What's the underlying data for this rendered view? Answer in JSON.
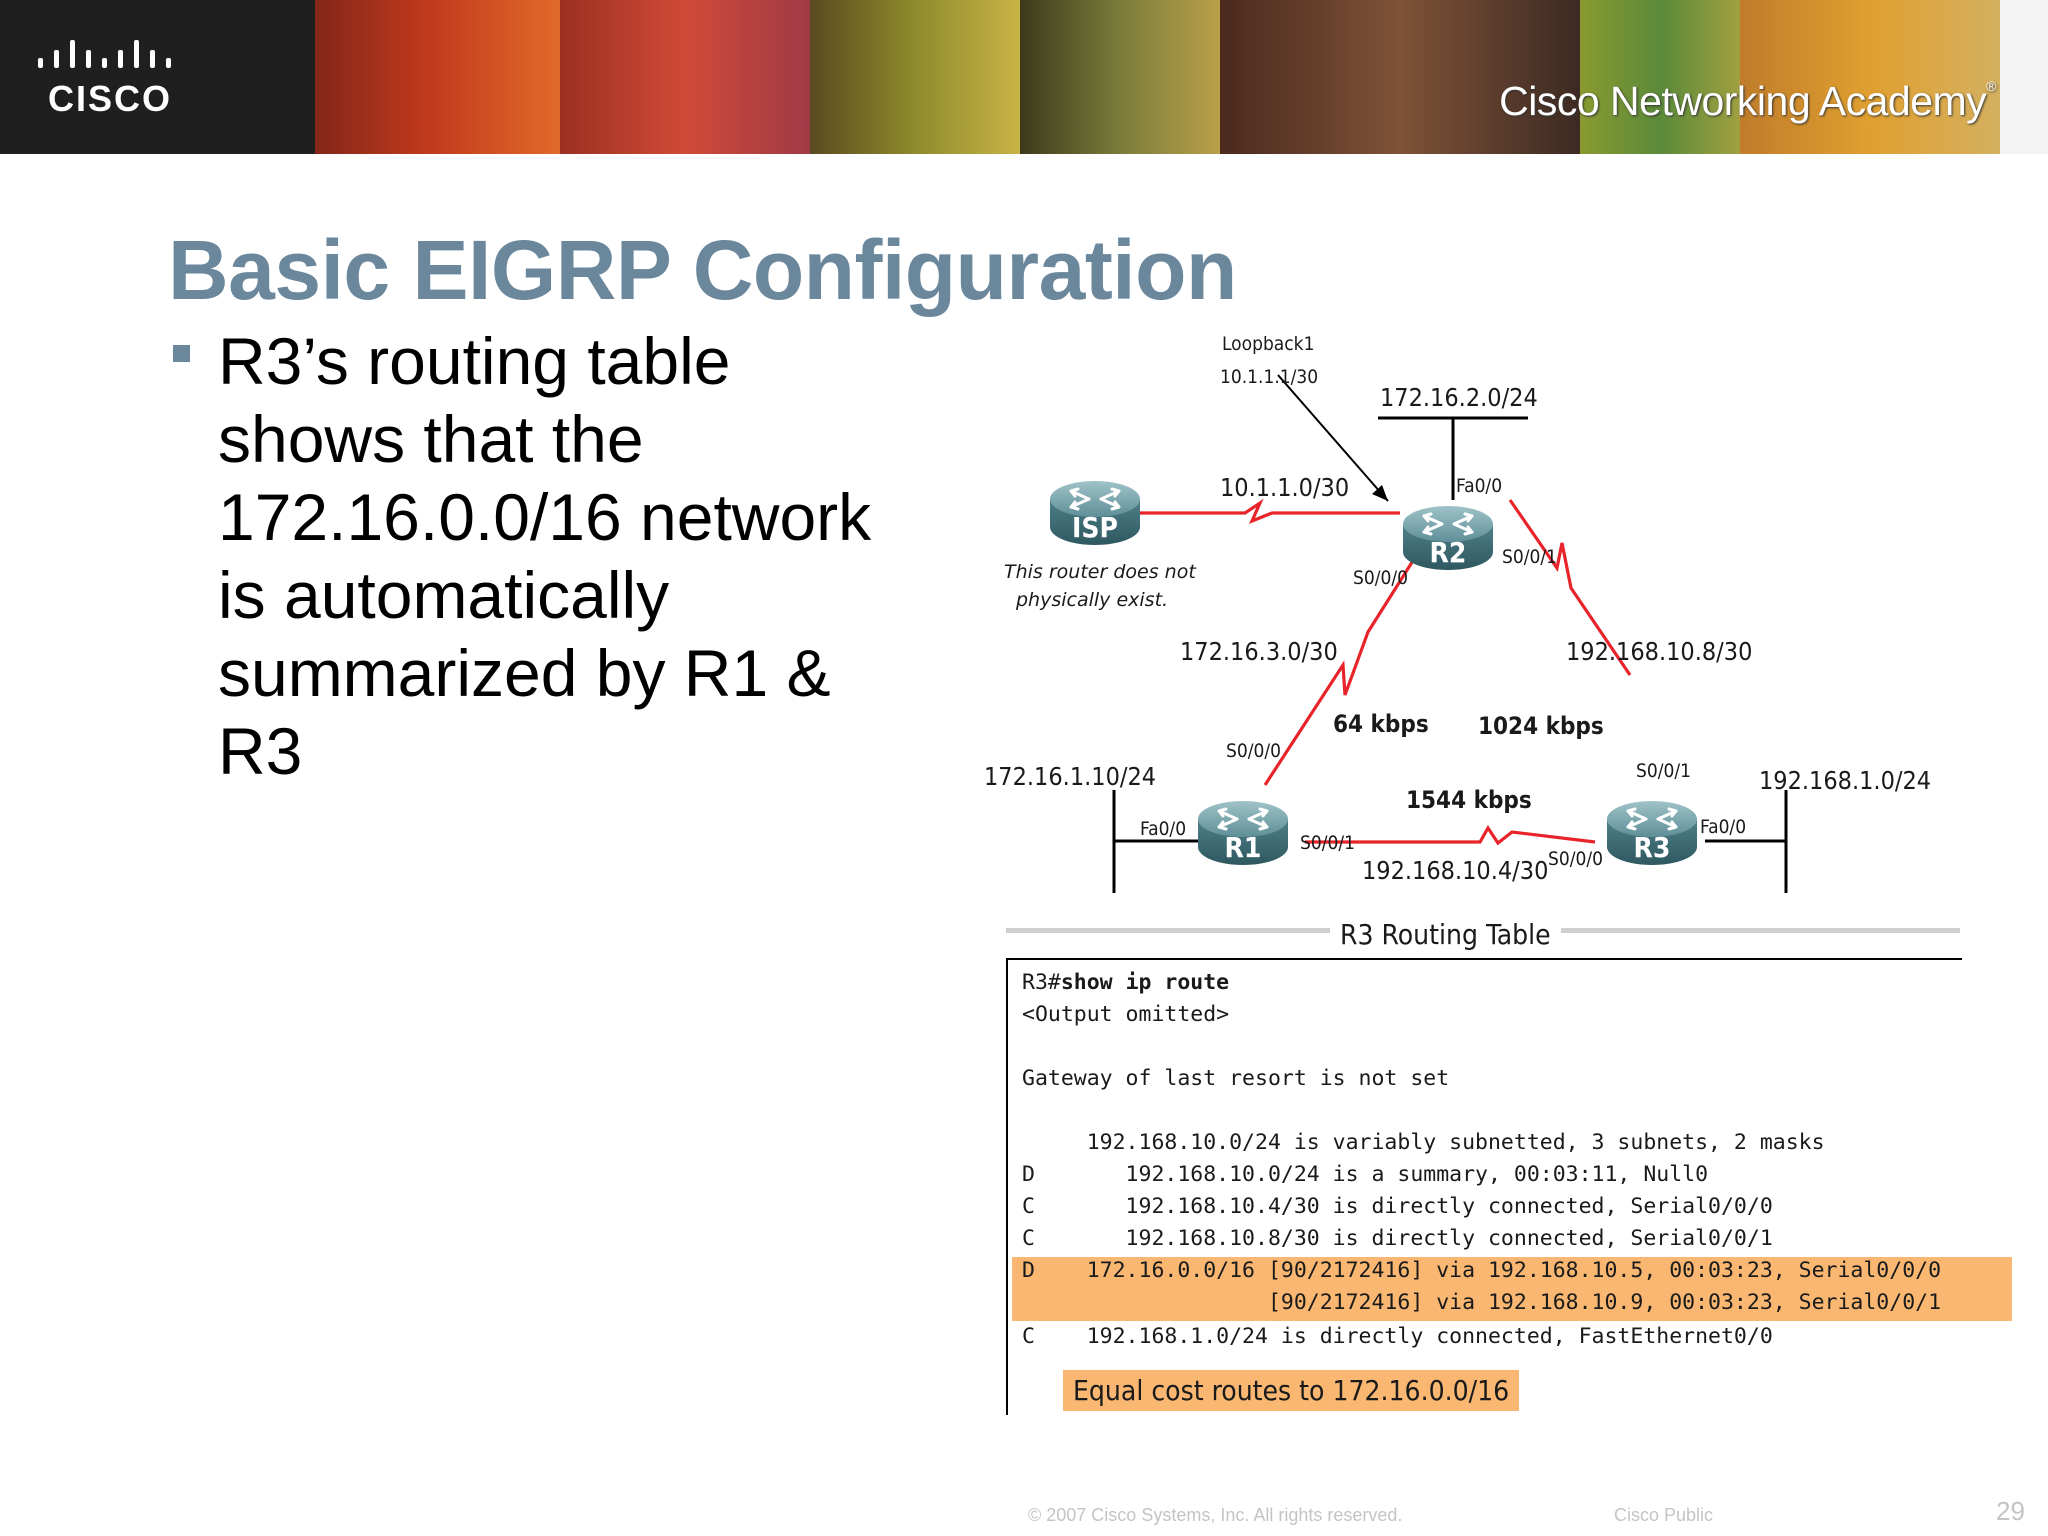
{
  "banner": {
    "logo_text": "CISCO",
    "academy_text": "Cisco Networking Academy",
    "academy_mark": "®"
  },
  "slide": {
    "title": "Basic EIGRP Configuration",
    "bullet": "R3’s routing table shows that the 172.16.0.0/16 network is automatically summarized by R1 & R3"
  },
  "diagram": {
    "loopback_name": "Loopback1",
    "loopback_ip": "10.1.1.1/30",
    "lan_r2": "172.16.2.0/24",
    "isp_link": "10.1.1.0/30",
    "isp_note_line1": "This router does not",
    "isp_note_line2": "physically exist.",
    "r1_r2_net": "172.16.3.0/30",
    "r2_r3_net": "192.168.10.8/30",
    "r1_r3_net": "192.168.10.4/30",
    "lan_r1": "172.16.1.10/24",
    "lan_r3": "192.168.1.0/24",
    "bw_r1_r2": "64 kbps",
    "bw_r2_r3": "1024 kbps",
    "bw_r1_r3": "1544 kbps",
    "routers": {
      "isp": "ISP",
      "r1": "R1",
      "r2": "R2",
      "r3": "R3"
    },
    "intf": {
      "r2_fa": "Fa0/0",
      "r2_s00": "S0/0/0",
      "r2_s01": "S0/0/1",
      "r1_s00": "S0/0/0",
      "r1_fa": "Fa0/0",
      "r1_s01": "S0/0/1",
      "r3_s01": "S0/0/1",
      "r3_fa": "Fa0/0",
      "r3_s00": "S0/0/0"
    }
  },
  "routing_table": {
    "title": "R3 Routing Table",
    "prompt": "R3#",
    "command": "show ip route",
    "lines": [
      "<Output omitted>",
      "Gateway of last resort is not set",
      "     192.168.10.0/24 is variably subnetted, 3 subnets, 2 masks",
      "D       192.168.10.0/24 is a summary, 00:03:11, Null0",
      "C       192.168.10.4/30 is directly connected, Serial0/0/0",
      "C       192.168.10.8/30 is directly connected, Serial0/0/1",
      "D    172.16.0.0/16 [90/2172416] via 192.168.10.5, 00:03:23, Serial0/0/0",
      "                   [90/2172416] via 192.168.10.9, 00:03:23, Serial0/0/1",
      "C    192.168.1.0/24 is directly connected, FastEthernet0/0"
    ],
    "callout": "Equal cost routes to 172.16.0.0/16"
  },
  "footer": {
    "copyright": "© 2007 Cisco Systems, Inc. All rights reserved.",
    "classification": "Cisco Public",
    "page_number": "29"
  },
  "colors": {
    "title": "#6b879c",
    "link": "#e8242a",
    "router": "#4f8089",
    "highlight": "#f9b772"
  }
}
